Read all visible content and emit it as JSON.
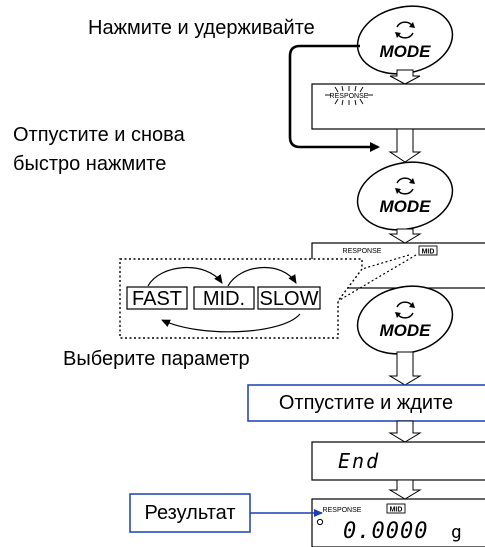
{
  "instructions": {
    "press_and_hold": "Нажмите и удерживайте",
    "release_line1": "Отпустите и снова",
    "release_line2": "быстро нажмите",
    "choose_param": "Выберите параметр",
    "release_and_wait": "Отпустите и ждите",
    "result": "Результат"
  },
  "mode_button": {
    "label": "MODE",
    "icon": "rotate-arrows-icon"
  },
  "display": {
    "response_label": "RESPONSE",
    "mid_badge": "MID",
    "end_text": "End",
    "weight_value": "0.0000",
    "unit": "g"
  },
  "options": [
    "FAST",
    "MID.",
    "SLOW"
  ],
  "colors": {
    "accent_blue": "#1a3fb5",
    "line": "#000000"
  }
}
